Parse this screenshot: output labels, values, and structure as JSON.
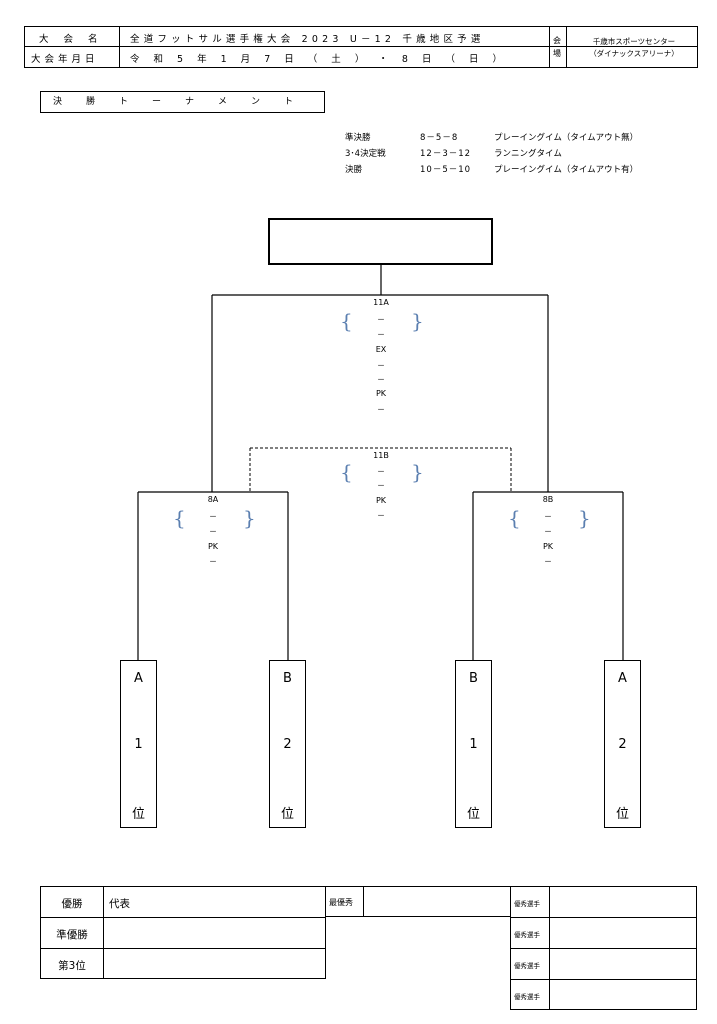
{
  "header": {
    "name_label": "大 会 名",
    "name_value": "全道フットサル選手権大会 2023 U－12 千歳地区予選",
    "date_label": "大会年月日",
    "date_value": "令 和 5 年 1 月 7 日 （ 土 ） ・ 8 日 （ 日 ）",
    "venue_label_1": "会",
    "venue_label_2": "場",
    "venue_line1": "千歳市スポーツセンター",
    "venue_line2": "（ダイナックスアリーナ）"
  },
  "section_title": "決勝トーナメント",
  "time_rules": [
    {
      "round": "準決勝",
      "time": "8－5－8",
      "rule": "プレーイングイム（タイムアウト無）"
    },
    {
      "round": "3･4決定戦",
      "time": "12－3－12",
      "rule": "ランニングタイム"
    },
    {
      "round": "決勝",
      "time": "10－5－10",
      "rule": "プレーイングイム（タイムアウト有）"
    }
  ],
  "matches": {
    "final": {
      "id": "11A",
      "dash": "－",
      "ex": "EX",
      "pk": "PK"
    },
    "third": {
      "id": "11B",
      "dash": "－",
      "pk": "PK"
    },
    "semi_a": {
      "id": "8A",
      "dash": "－",
      "pk": "PK"
    },
    "semi_b": {
      "id": "8B",
      "dash": "－",
      "pk": "PK"
    }
  },
  "brace_left": "{",
  "brace_right": "}",
  "teams": [
    {
      "group": "A",
      "rank": "1",
      "suffix": "位"
    },
    {
      "group": "B",
      "rank": "2",
      "suffix": "位"
    },
    {
      "group": "B",
      "rank": "1",
      "suffix": "位"
    },
    {
      "group": "A",
      "rank": "2",
      "suffix": "位"
    }
  ],
  "results": {
    "winner": "優勝",
    "runner_up": "準優勝",
    "third": "第3位",
    "representative": "代表",
    "mvp": "最優秀",
    "excellent": "優秀選手"
  }
}
